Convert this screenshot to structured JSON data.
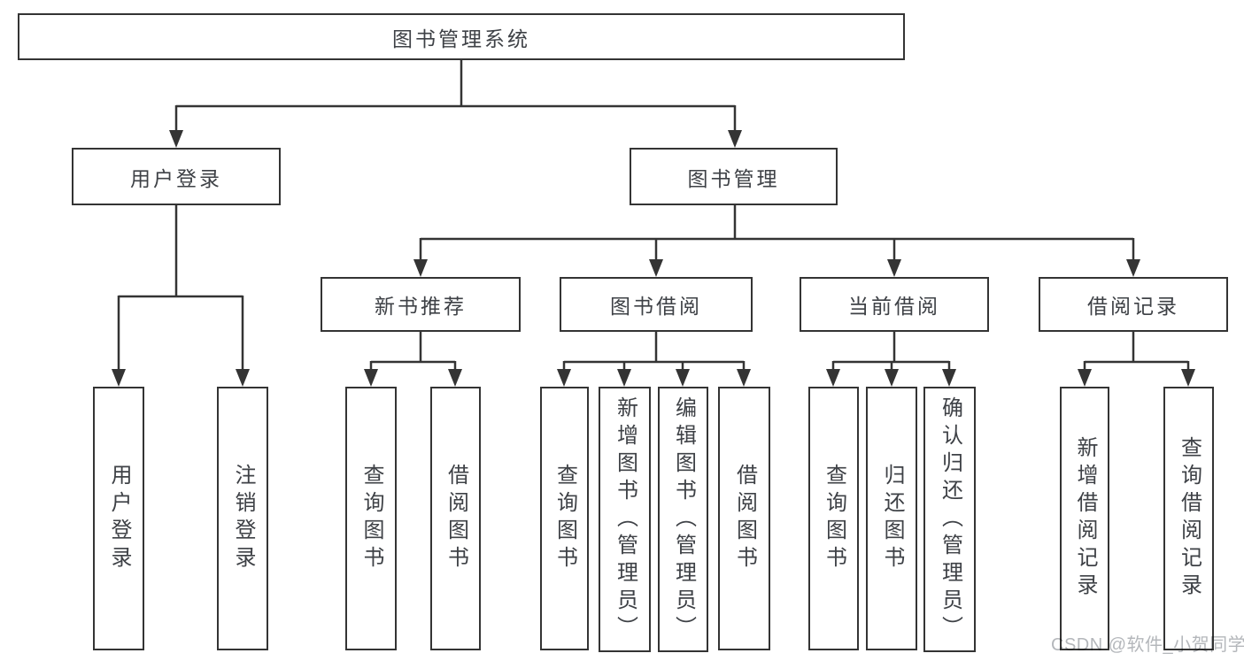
{
  "colors": {
    "line": "#343434",
    "text": "#3e4146",
    "watermark": "#b4b7bb",
    "background": "#ffffff"
  },
  "watermark": {
    "text": "CSDN @软件_小贺同学"
  },
  "tree": {
    "root": {
      "label": "图书管理系统"
    },
    "branches": [
      {
        "label": "用户登录",
        "children": [
          {
            "label": "用户登录"
          },
          {
            "label": "注销登录"
          }
        ]
      },
      {
        "label": "图书管理",
        "children": [
          {
            "label": "新书推荐",
            "children": [
              {
                "label": "查询图书"
              },
              {
                "label": "借阅图书"
              }
            ]
          },
          {
            "label": "图书借阅",
            "children": [
              {
                "label": "查询图书"
              },
              {
                "label": "新增图书（管理员）"
              },
              {
                "label": "编辑图书（管理员）"
              },
              {
                "label": "借阅图书"
              }
            ]
          },
          {
            "label": "当前借阅",
            "children": [
              {
                "label": "查询图书"
              },
              {
                "label": "归还图书"
              },
              {
                "label": "确认归还（管理员）"
              }
            ]
          },
          {
            "label": "借阅记录",
            "children": [
              {
                "label": "新增借阅记录"
              },
              {
                "label": "查询借阅记录"
              }
            ]
          }
        ]
      }
    ]
  }
}
